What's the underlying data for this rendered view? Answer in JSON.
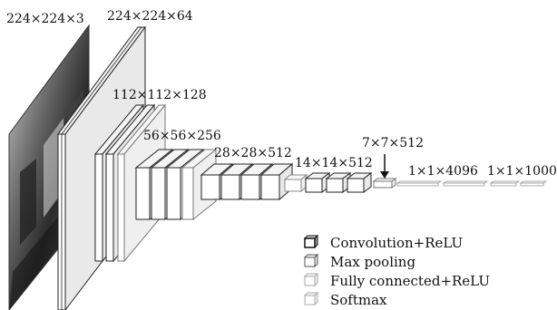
{
  "layer_labels": {
    "input": "224×224×3",
    "conv1": "224×224×64",
    "conv2": "112×112×128",
    "conv3": "56×56×256",
    "conv4": "28×28×512",
    "conv5": "14×14×512",
    "pool5": "7×7×512",
    "fc": "1×1×4096",
    "softmax": "1×1×1000"
  },
  "legend": {
    "conv": "Convolution+ReLU",
    "pool": "Max pooling",
    "fc": "Fully connected+ReLU",
    "softmax": "Softmax"
  },
  "colors": {
    "stroke": "#222222",
    "face": "#ffffff",
    "side": "#e9e9e9",
    "top": "#f4f4f4",
    "fc_stroke": "#9a9a9a",
    "photo_dark": "#2a2a2a",
    "photo_light": "#b8b8b8"
  }
}
